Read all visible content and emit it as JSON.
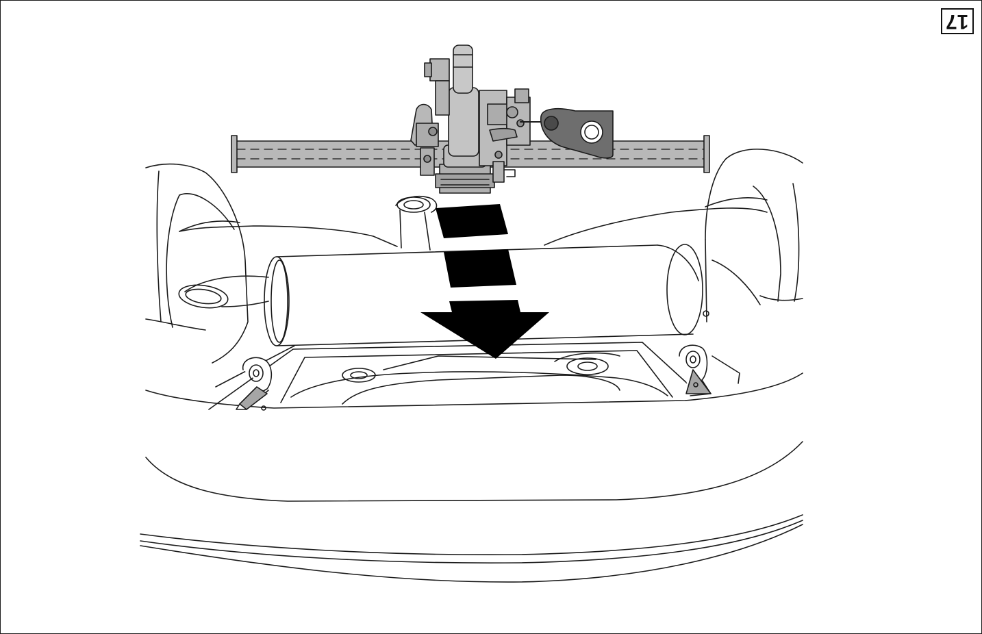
{
  "step": {
    "number": "17",
    "orientation": "rotated-180"
  },
  "illustration": {
    "direction_arrow": "down",
    "colors": {
      "line": "#1a1a1a",
      "part_fill": "#b8b8b8",
      "part_fill_dark": "#8e8e8e",
      "arrow": "#000000",
      "background": "#ffffff"
    }
  }
}
